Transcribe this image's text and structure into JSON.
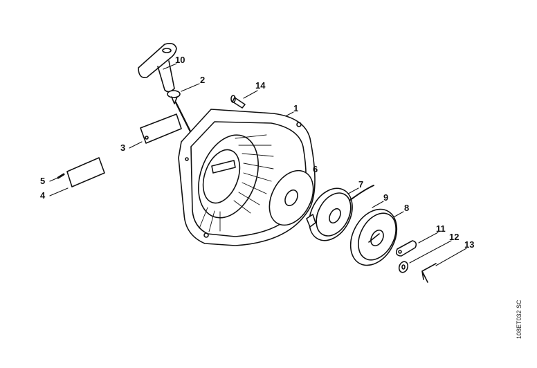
{
  "diagram": {
    "labels": {
      "p1": "1",
      "p2": "2",
      "p3": "3",
      "p4": "4",
      "p5": "5",
      "p6": "6",
      "p7": "7",
      "p8": "8",
      "p9": "9",
      "p10": "10",
      "p11": "11",
      "p12": "12",
      "p13": "13",
      "p14": "14"
    },
    "drawing_code": "108ET032 SC",
    "line_color": "#111111"
  }
}
